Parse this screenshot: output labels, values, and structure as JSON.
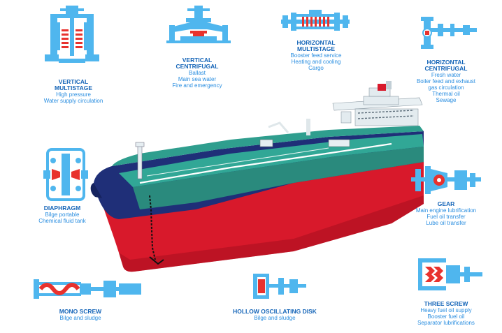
{
  "colors": {
    "pump_blue": "#4fb6ee",
    "pump_red": "#e8322e",
    "text_blue": "#1e7fcf",
    "hull_red": "#d8192b",
    "hull_navy": "#1f2f78",
    "deck_green": "#2f9e8e"
  },
  "pumps": [
    {
      "title": [
        "VERTICAL",
        "MULTISTAGE"
      ],
      "uses": [
        "High pressure",
        "Water supply circulation"
      ]
    },
    {
      "title": [
        "VERTICAL",
        "CENTRIFUGAL"
      ],
      "uses": [
        "Ballast",
        "Main sea water",
        "Fire and emergency"
      ]
    },
    {
      "title": [
        "HORIZONTAL",
        "MULTISTAGE"
      ],
      "uses": [
        "Booster feed service",
        "Heating and cooling",
        "Cargo"
      ]
    },
    {
      "title": [
        "HORIZONTAL",
        "CENTRIFUGAL"
      ],
      "uses": [
        "Fresh water",
        "Boiler feed and exhaust",
        "gas circulation",
        "Thermal oil",
        "Sewage"
      ]
    },
    {
      "title": [
        "DIAPHRAGM"
      ],
      "uses": [
        "Bilge portable",
        "Chemical fluid tank"
      ]
    },
    {
      "title": [
        "GEAR"
      ],
      "uses": [
        "Main engine lubrification",
        "Fuel oil transfer",
        "Lube oil transfer"
      ]
    },
    {
      "title": [
        "MONO SCREW"
      ],
      "uses": [
        "Bilge and sludge"
      ]
    },
    {
      "title": [
        "HOLLOW OSCILLATING DISK"
      ],
      "uses": [
        "Bilge and sludge"
      ]
    },
    {
      "title": [
        "THREE SCREW"
      ],
      "uses": [
        "Heavy fuel oil supply",
        "Booster fuel oil",
        "Separator lubrifications"
      ]
    }
  ]
}
